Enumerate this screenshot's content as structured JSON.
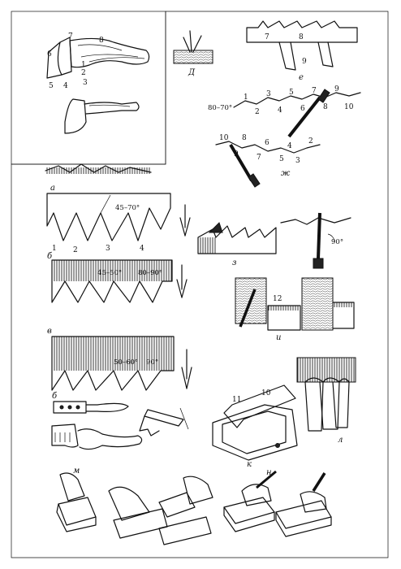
{
  "panels": {
    "axe": {
      "labels": [
        "7",
        "6",
        "8",
        "1",
        "2",
        "5",
        "4",
        "3"
      ]
    },
    "d": {
      "letter": "Д"
    },
    "e": {
      "letter": "е",
      "labels": [
        "7",
        "8",
        "9"
      ]
    },
    "zh": {
      "letter": "ж",
      "angle": "80–70°",
      "labels_top": [
        "1",
        "3",
        "5",
        "7",
        "9",
        "2",
        "4",
        "6",
        "8",
        "10"
      ],
      "labels_bottom": [
        "10",
        "8",
        "6",
        "4",
        "2",
        "9",
        "7",
        "5",
        "3"
      ]
    },
    "a": {
      "letter": "а",
      "angle": "45–70°",
      "labels": [
        "1",
        "2",
        "3",
        "4"
      ]
    },
    "b": {
      "letter": "б",
      "angle1": "45–50°",
      "angle2": "80–90°"
    },
    "z": {
      "letter": "з"
    },
    "i": {
      "letter": "и",
      "angle": "90°",
      "label": "12"
    },
    "v": {
      "letter": "в",
      "angle1": "50–60°",
      "angle2": "90°",
      "tooth_label": "б"
    },
    "k": {
      "letter": "к",
      "labels": [
        "11",
        "10"
      ]
    },
    "l": {
      "letter": "л"
    },
    "m": {
      "letter": "м"
    },
    "n": {
      "letter": "н"
    }
  }
}
